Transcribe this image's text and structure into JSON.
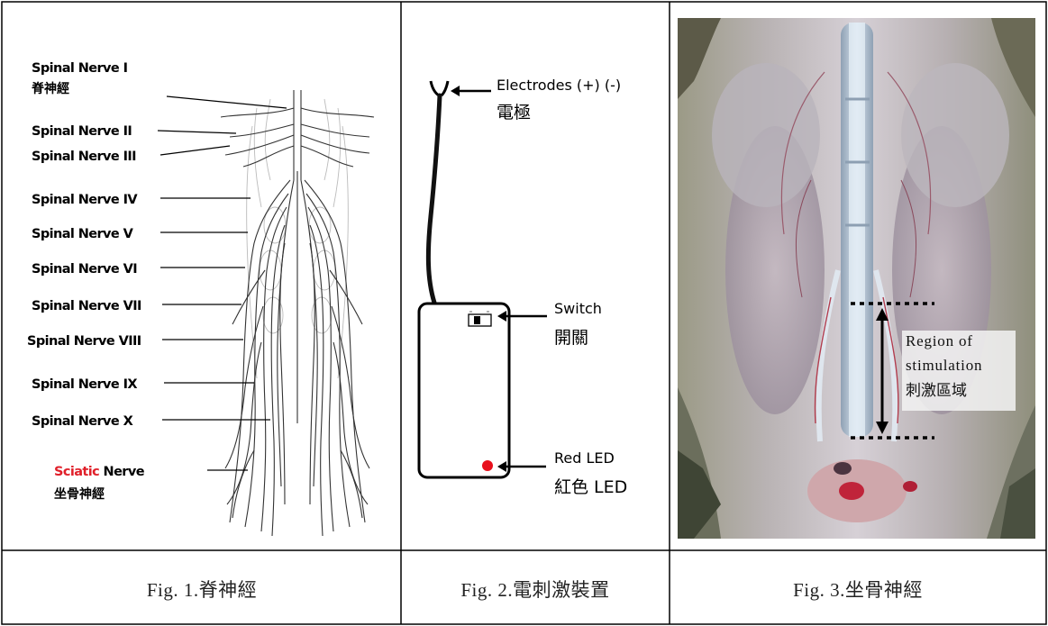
{
  "fig1": {
    "labels": [
      "Spinal Nerve I",
      "Spinal Nerve II",
      "Spinal Nerve III",
      "Spinal Nerve IV",
      "Spinal Nerve V",
      "Spinal Nerve VI",
      "Spinal Nerve VII",
      "Spinal Nerve VIII",
      "Spinal Nerve IX",
      "Spinal Nerve X"
    ],
    "label_1_cjk": "脊神經",
    "sciatic_red": "Sciatic",
    "sciatic_black": " Nerve",
    "sciatic_cjk": "坐骨神經",
    "caption": "Fig. 1.脊神經"
  },
  "fig2": {
    "electrodes": "Electrodes (+) (-)",
    "electrodes_cjk": "電極",
    "switch": "Switch",
    "switch_cjk": "開關",
    "led": "Red LED",
    "led_cjk": "紅色 LED",
    "caption": "Fig. 2.電刺激裝置"
  },
  "fig3": {
    "region_line1": "Region of",
    "region_line2": "stimulation",
    "region_cjk": "刺激區域",
    "caption": "Fig. 3.坐骨神經"
  },
  "colors": {
    "sciatic_red": "#e0202a",
    "led_red": "#e8101c",
    "border": "#000000"
  }
}
